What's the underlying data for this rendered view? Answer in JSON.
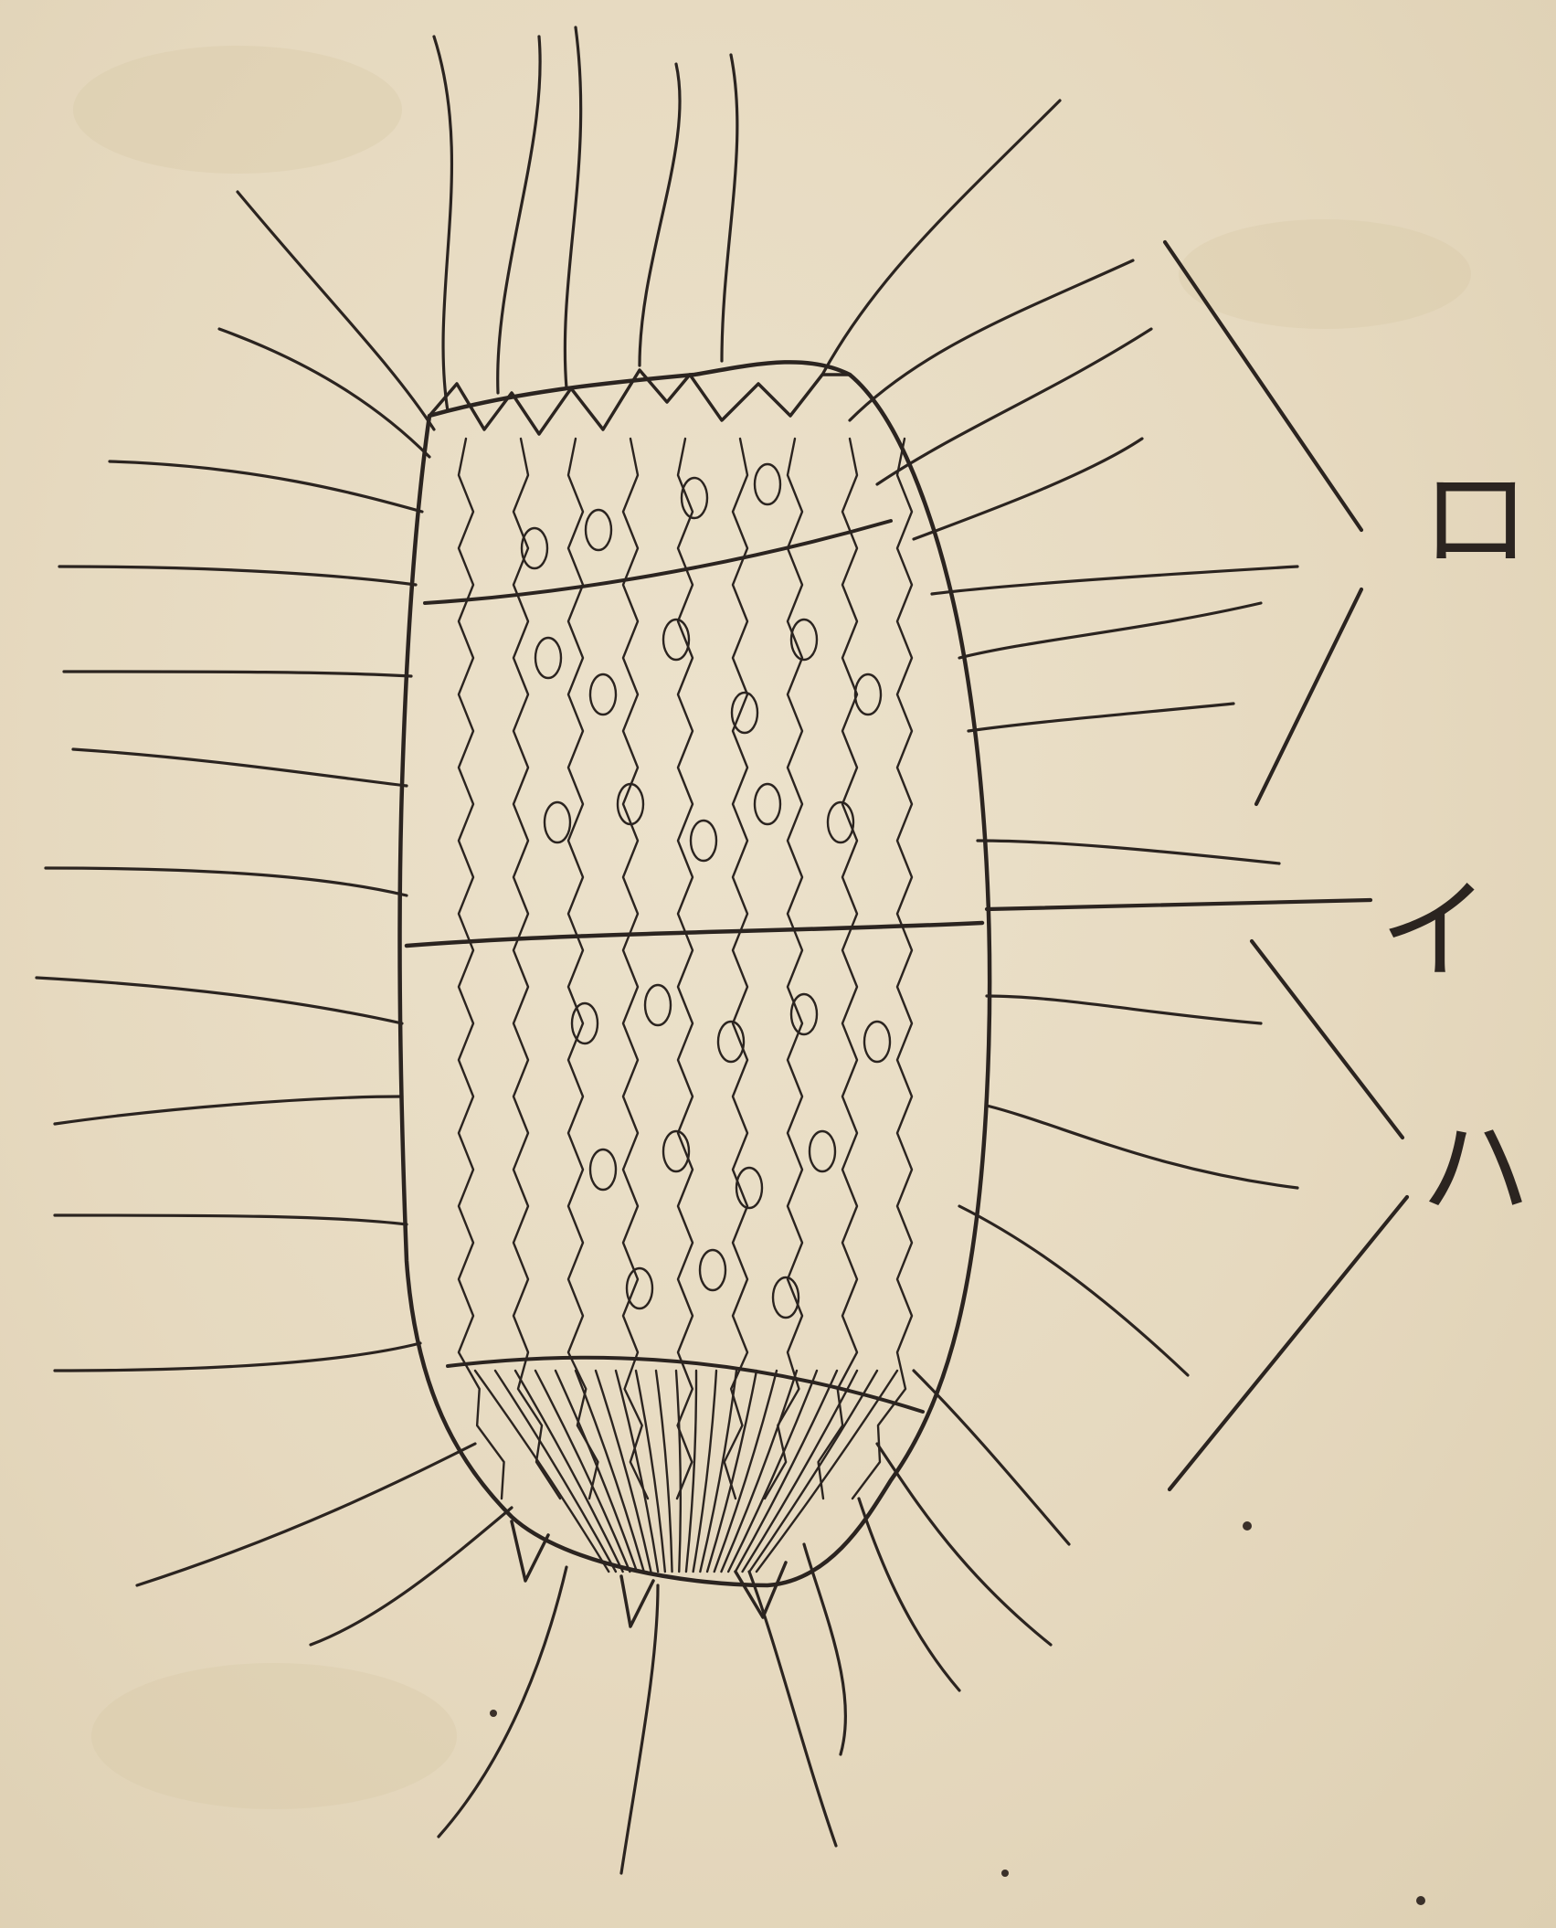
{
  "illustration": {
    "subject": "ciliated-organism",
    "ink_color": "#2b2420",
    "paper_color": "#e8dcc4"
  },
  "callouts": [
    {
      "id": "ro",
      "label": "ロ"
    },
    {
      "id": "i",
      "label": "イ"
    },
    {
      "id": "ha",
      "label": "ハ"
    }
  ]
}
